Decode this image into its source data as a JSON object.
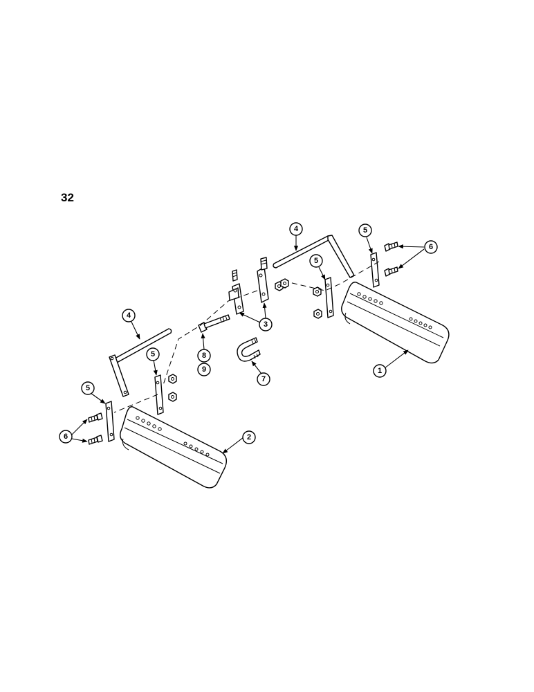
{
  "page": {
    "number": "32"
  },
  "callouts": [
    {
      "id": "c1",
      "label": "1"
    },
    {
      "id": "c2",
      "label": "2"
    },
    {
      "id": "c3",
      "label": "3"
    },
    {
      "id": "c4a",
      "label": "4"
    },
    {
      "id": "c4b",
      "label": "4"
    },
    {
      "id": "c5a",
      "label": "5"
    },
    {
      "id": "c5b",
      "label": "5"
    },
    {
      "id": "c5c",
      "label": "5"
    },
    {
      "id": "c5d",
      "label": "5"
    },
    {
      "id": "c6a",
      "label": "6"
    },
    {
      "id": "c6b",
      "label": "6"
    },
    {
      "id": "c7",
      "label": "7"
    },
    {
      "id": "c8",
      "label": "8"
    },
    {
      "id": "c9",
      "label": "9"
    }
  ]
}
